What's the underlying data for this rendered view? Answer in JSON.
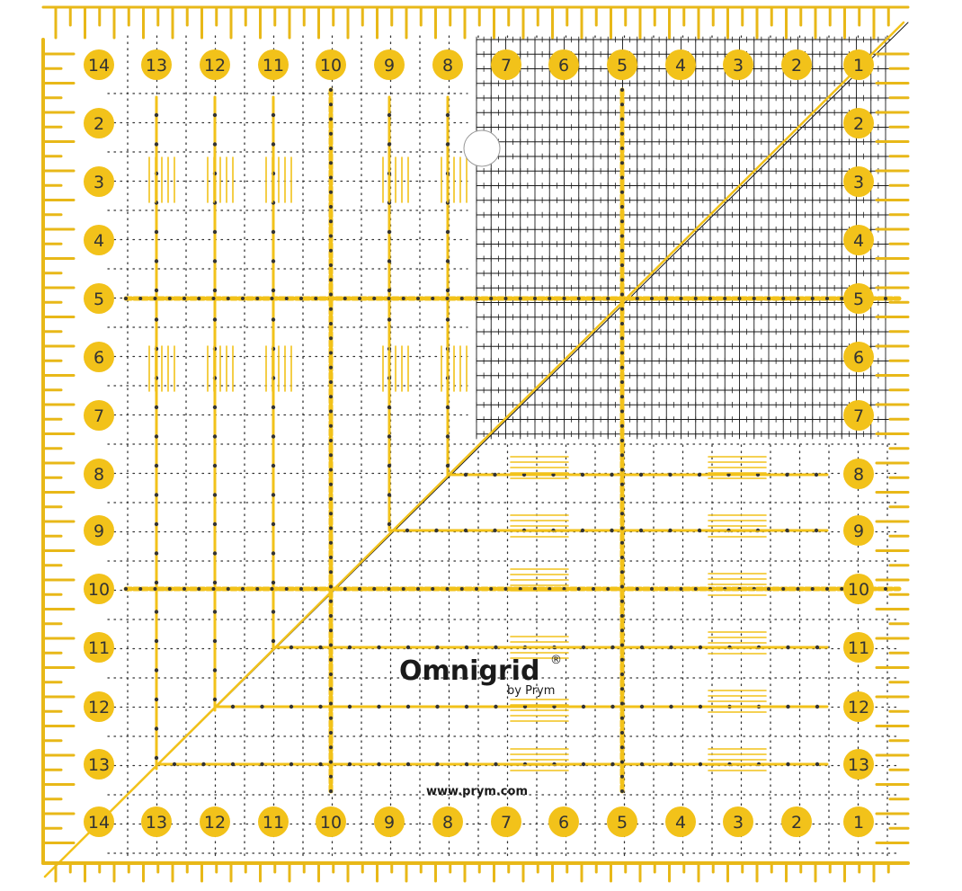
{
  "ruler": {
    "brand": "Omnigrid",
    "registered": "®",
    "byline": "by Prym",
    "website": "www.prym.com",
    "top_scale": [
      "14",
      "13",
      "12",
      "11",
      "10",
      "9",
      "8",
      "7",
      "6",
      "5",
      "4",
      "3",
      "2",
      "1"
    ],
    "bottom_scale": [
      "14",
      "13",
      "12",
      "11",
      "10",
      "9",
      "8",
      "7",
      "6",
      "5",
      "4",
      "3",
      "2",
      "1"
    ],
    "left_scale": [
      "2",
      "3",
      "4",
      "5",
      "6",
      "7",
      "8",
      "9",
      "10",
      "11",
      "12",
      "13"
    ],
    "right_scale": [
      "2",
      "3",
      "4",
      "5",
      "6",
      "7",
      "8",
      "9",
      "10",
      "11",
      "12",
      "13"
    ],
    "colors": {
      "accent_yellow": "#f2c21a",
      "tick_yellow": "#e8b818",
      "grid_black": "#1a1a1a",
      "background": "#ffffff"
    }
  }
}
